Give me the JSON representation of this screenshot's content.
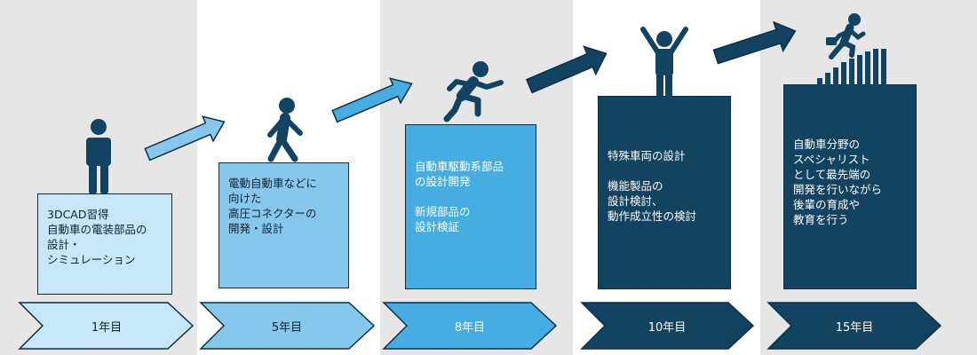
{
  "stages": [
    {
      "year_label": "1年目",
      "description": "3DCAD習得\n自動車の電装部品の\n設計・\nシミュレーション",
      "box_color": "#c7e6f7",
      "chevron_color": "#c7e6f7",
      "text_color": "#0d2233",
      "label_color": "#0d2233"
    },
    {
      "year_label": "5年目",
      "description": "電動自動車などに\n向けた\n高圧コネクターの\n開発・設計",
      "box_color": "#86c8ec",
      "chevron_color": "#86c8ec",
      "text_color": "#0d2233",
      "label_color": "#0d2233"
    },
    {
      "year_label": "8年目",
      "description": "自動車駆動系部品\nの設計開発\n\n新規部品の\n設計検証",
      "box_color": "#46ade2",
      "chevron_color": "#46ade2",
      "text_color": "#ffffff",
      "label_color": "#ffffff"
    },
    {
      "year_label": "10年目",
      "description": "特殊車両の設計\n\n機能製品の\n設計検討、\n動作成立性の検討",
      "box_color": "#124461",
      "chevron_color": "#124461",
      "text_color": "#ffffff",
      "label_color": "#ffffff"
    },
    {
      "year_label": "15年目",
      "description": "自動車分野の\nスペシャリスト\nとして最先端の\n開発を行いながら\n後輩の育成や\n教育を行う",
      "box_color": "#124461",
      "chevron_color": "#124461",
      "text_color": "#ffffff",
      "label_color": "#ffffff"
    }
  ],
  "figures": [
    "standing-person-icon",
    "walking-person-icon",
    "running-person-icon",
    "celebrating-person-icon",
    "climbing-stairs-person-icon"
  ],
  "colors": {
    "column_bg_gray": "#e6e6e6",
    "figure_color": "#124461",
    "arrow_light": "#86c8ec",
    "arrow_mid": "#46ade2",
    "arrow_dark": "#124461",
    "outline": "#0d2f45"
  }
}
